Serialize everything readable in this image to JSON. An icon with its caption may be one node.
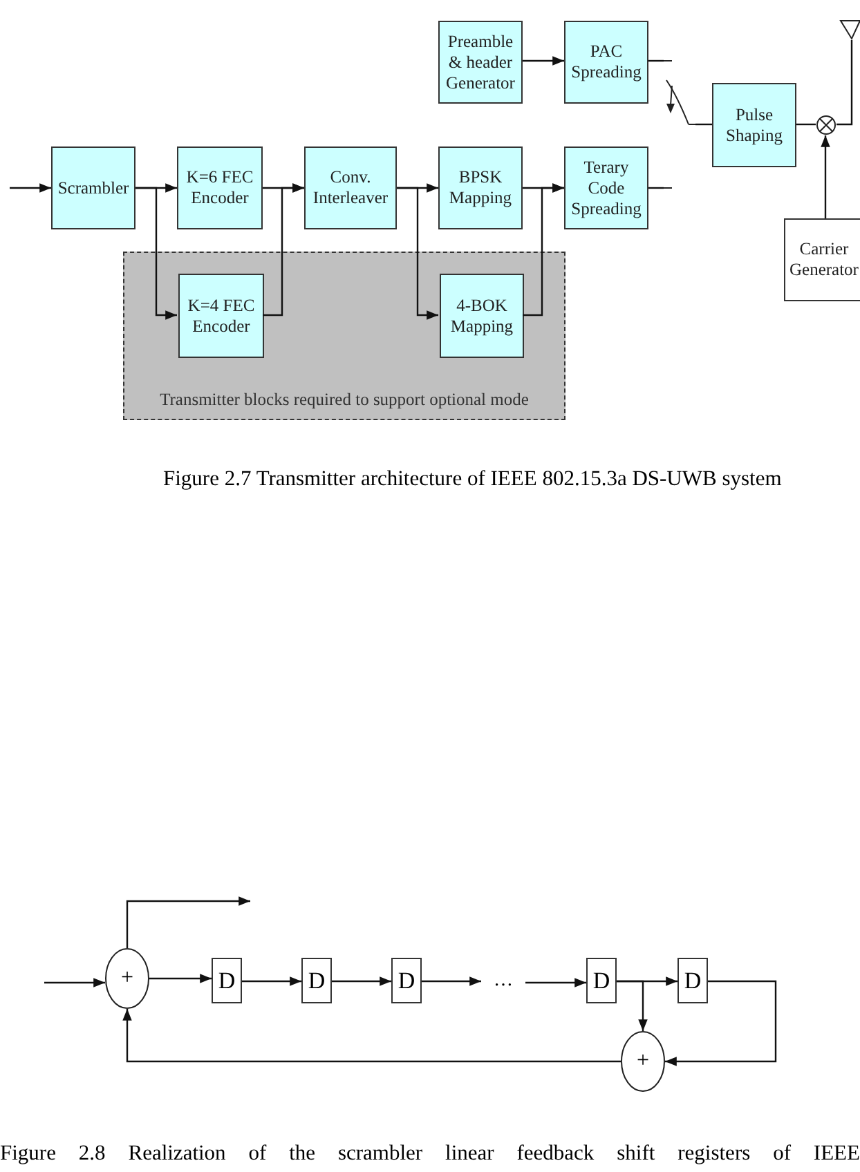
{
  "diagram": {
    "nodes": [
      {
        "text": [
          "Scrambler"
        ]
      },
      {
        "text": [
          "K=6 FEC Encoder"
        ]
      },
      {
        "text": [
          "Conv. Interleaver"
        ]
      },
      {
        "text": [
          "BPSK Mapping"
        ]
      },
      {
        "text": [
          "Terary Code Spreading"
        ]
      },
      {
        "text": [
          "Preamble & header Generator"
        ]
      },
      {
        "text": [
          "PAC Spreading"
        ]
      },
      {
        "text": [],
        "shape": "switch"
      },
      {
        "text": [
          "Pulse Shaping"
        ]
      },
      {
        "text": [],
        "shape": "circle"
      },
      {
        "text": [],
        "shape": "antenna"
      },
      {
        "text": [
          "Carrier Generator"
        ]
      },
      {
        "text": [
          "Transmitter blocks required to support optional mode"
        ]
      },
      {
        "text": [
          "K=4 FEC Encoder"
        ],
        "in": 12
      },
      {
        "text": [
          "4-BOK Mapping"
        ],
        "in": 12
      },
      {
        "text": [
          "+"
        ]
      },
      {
        "text": [
          "D"
        ]
      },
      {
        "text": [
          "D"
        ]
      },
      {
        "text": [
          "D"
        ]
      },
      {
        "text": [
          "…"
        ]
      },
      {
        "text": [
          "D"
        ]
      },
      {
        "text": [
          "D"
        ]
      },
      {
        "text": [
          "+"
        ]
      }
    ],
    "edges": [
      {
        "from": null,
        "to": 0,
        "arrow": "to"
      },
      {
        "from": 0,
        "to": 1,
        "arrow": "to"
      },
      {
        "from": 0,
        "to": 13,
        "arrow": "to"
      },
      {
        "from": 1,
        "to": 2,
        "arrow": "to"
      },
      {
        "from": 13,
        "to": 2,
        "arrow": "to"
      },
      {
        "from": 2,
        "to": 3,
        "arrow": "to"
      },
      {
        "from": 2,
        "to": 14,
        "arrow": "to"
      },
      {
        "from": 3,
        "to": 4,
        "arrow": "to"
      },
      {
        "from": 14,
        "to": 4,
        "arrow": "to"
      },
      {
        "from": 5,
        "to": 6,
        "arrow": "to"
      },
      {
        "from": 6,
        "to": 7,
        "arrow": "none"
      },
      {
        "from": 4,
        "to": 7,
        "arrow": "none"
      },
      {
        "from": 7,
        "to": 8,
        "arrow": "none"
      },
      {
        "from": 8,
        "to": 9,
        "arrow": "none"
      },
      {
        "from": 11,
        "to": 9,
        "arrow": "to"
      },
      {
        "from": 9,
        "to": 10,
        "arrow": "none"
      },
      {
        "from": null,
        "to": 15,
        "arrow": "to"
      },
      {
        "from": 15,
        "to": null,
        "arrow": "to"
      },
      {
        "from": 15,
        "to": 16,
        "arrow": "to"
      },
      {
        "from": 16,
        "to": 17,
        "arrow": "to"
      },
      {
        "from": 17,
        "to": 18,
        "arrow": "to"
      },
      {
        "from": 18,
        "to": 19,
        "arrow": "to"
      },
      {
        "from": 19,
        "to": 20,
        "arrow": "to"
      },
      {
        "from": 20,
        "to": 21,
        "arrow": "to"
      },
      {
        "from": 20,
        "to": 22,
        "arrow": "to"
      },
      {
        "from": 21,
        "to": 22,
        "arrow": "to"
      },
      {
        "from": 22,
        "to": 15,
        "arrow": "to"
      }
    ],
    "labels": [
      "Figure 2.7    Transmitter architecture of IEEE 802.15.3a DS-UWB system",
      "Figure 2.8   Realization of the scrambler linear feedback shift registers of IEEE"
    ]
  }
}
